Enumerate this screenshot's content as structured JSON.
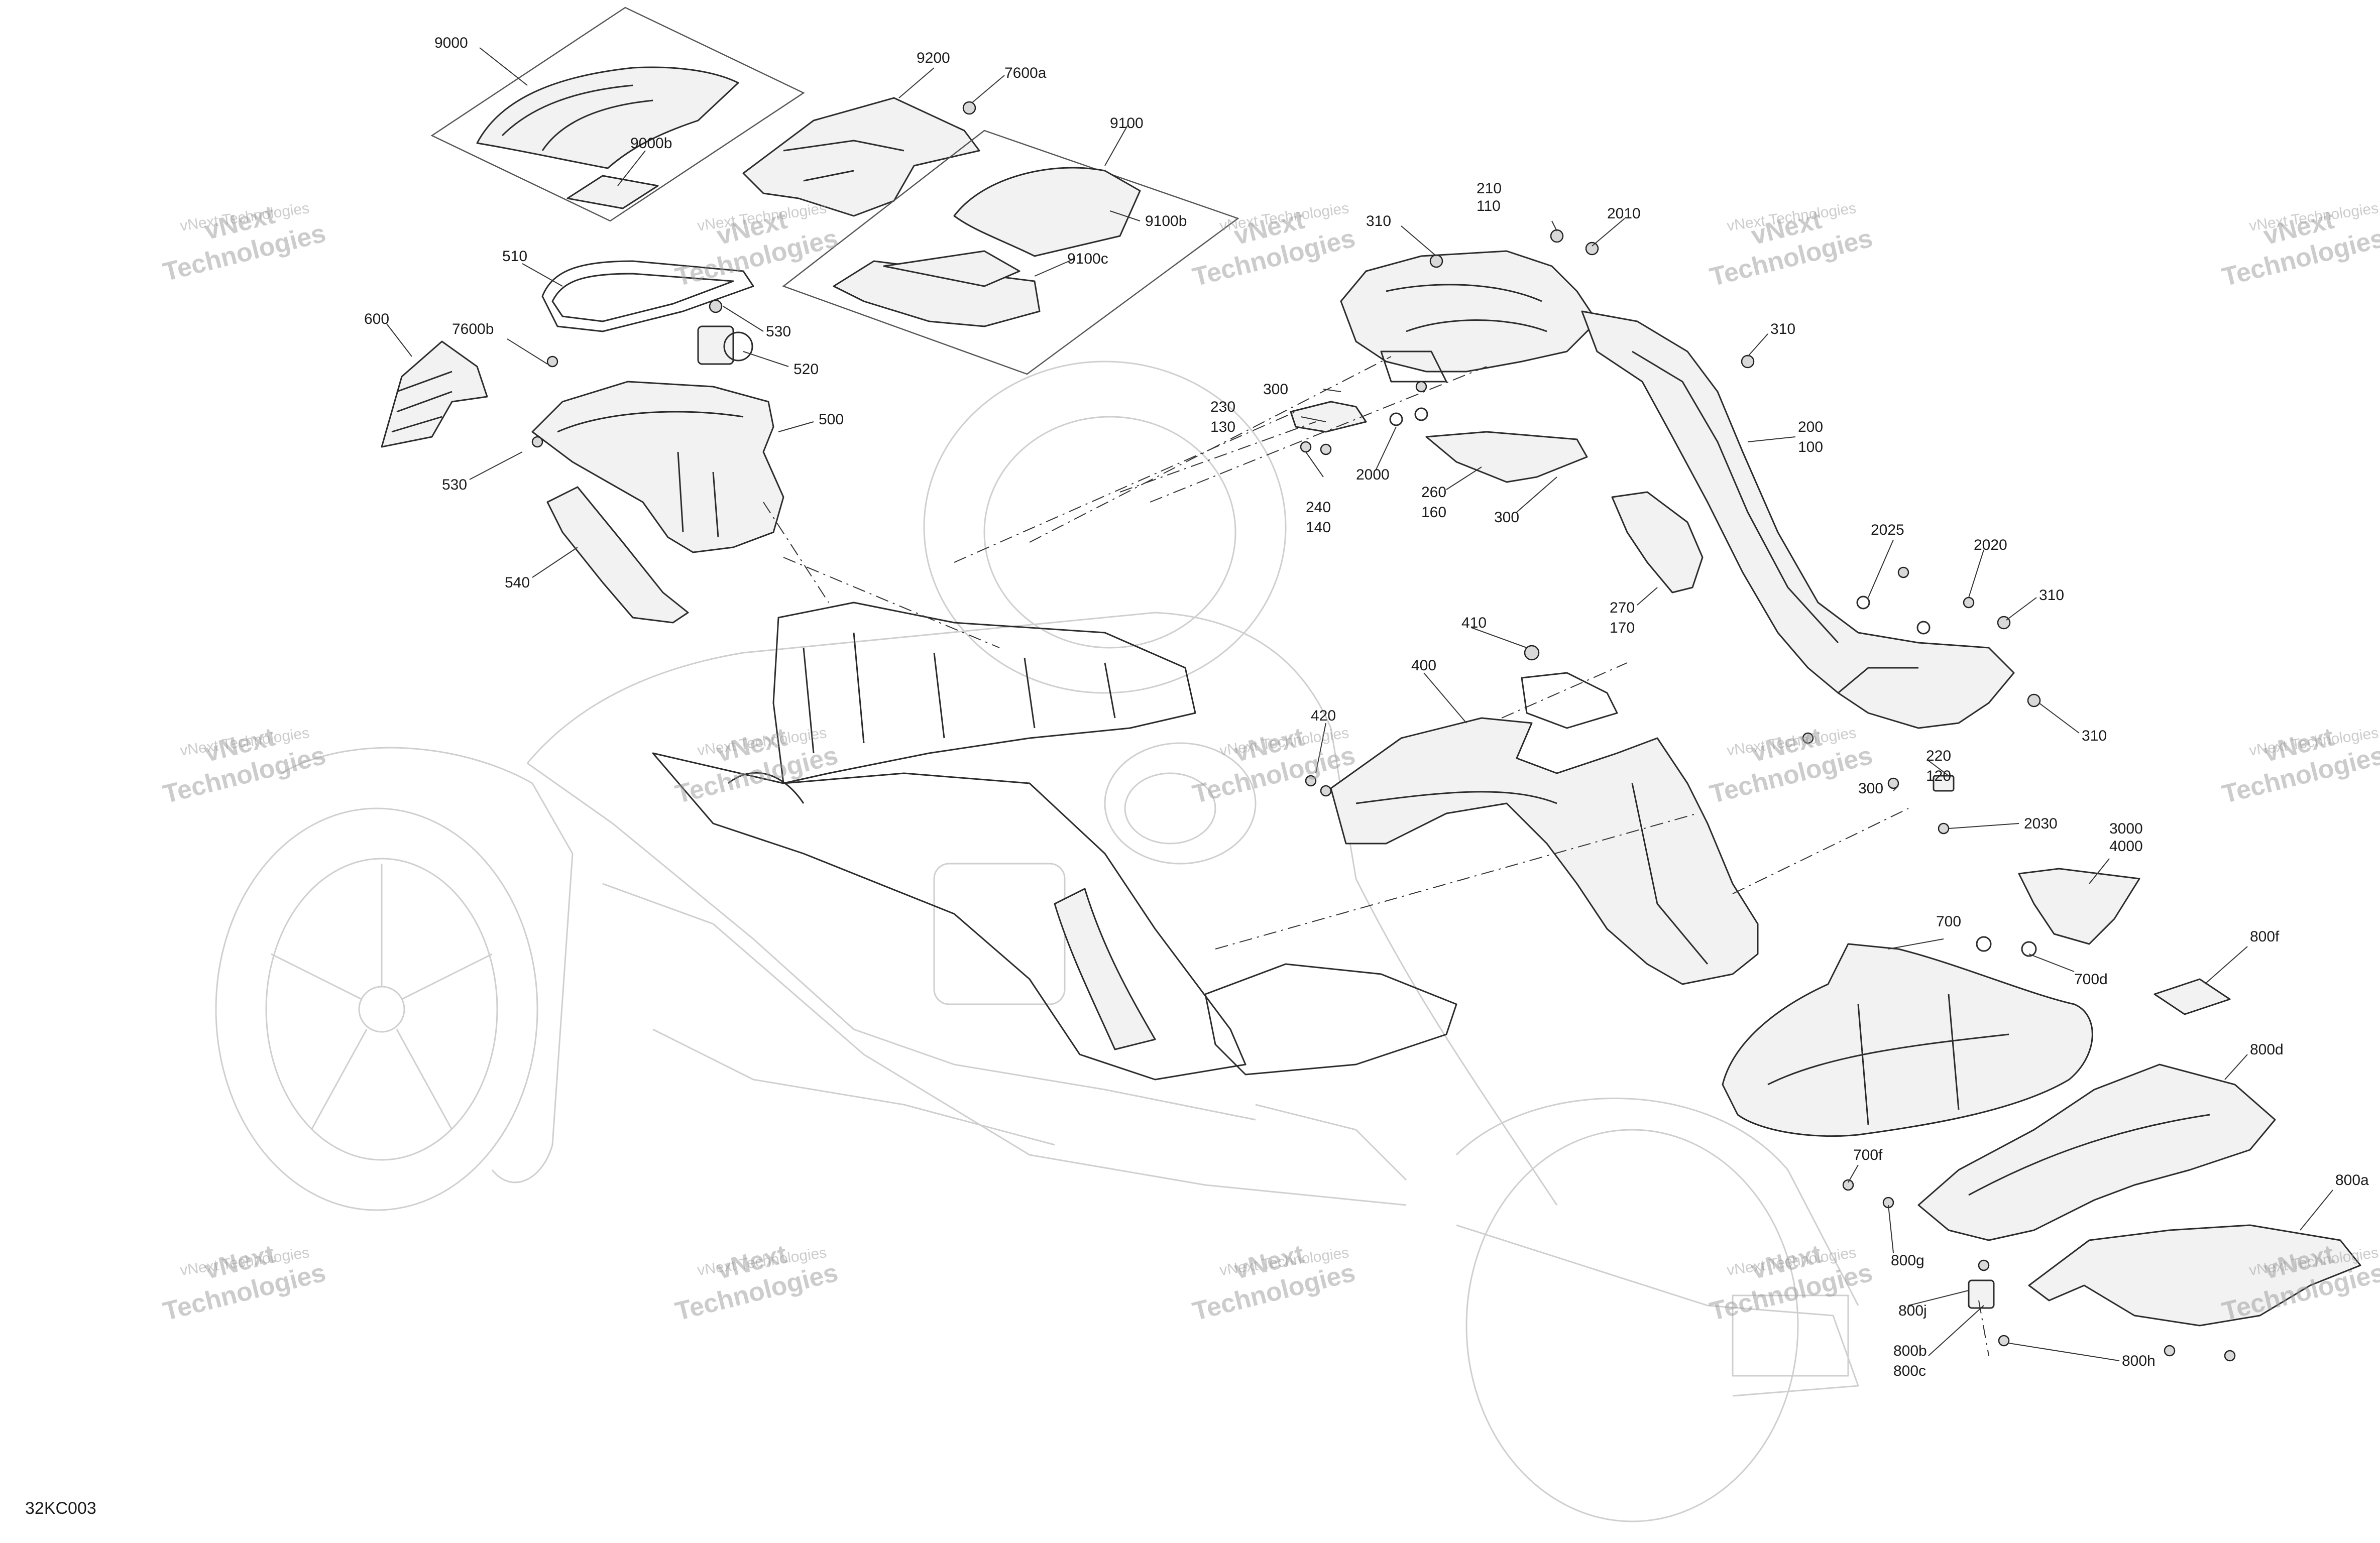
{
  "drawing_code": "32KC003",
  "watermark": {
    "line1": "vNext Technologies",
    "line2": "vNext",
    "line3": "Technologies"
  },
  "callouts": [
    {
      "id": "c-9000",
      "text": "9000"
    },
    {
      "id": "c-9000b",
      "text": "9000b"
    },
    {
      "id": "c-9200",
      "text": "9200"
    },
    {
      "id": "c-7600a",
      "text": "7600a"
    },
    {
      "id": "c-9100",
      "text": "9100"
    },
    {
      "id": "c-9100b",
      "text": "9100b"
    },
    {
      "id": "c-9100c",
      "text": "9100c"
    },
    {
      "id": "c-510",
      "text": "510"
    },
    {
      "id": "c-530a",
      "text": "530"
    },
    {
      "id": "c-520",
      "text": "520"
    },
    {
      "id": "c-600",
      "text": "600"
    },
    {
      "id": "c-7600b",
      "text": "7600b"
    },
    {
      "id": "c-500",
      "text": "500"
    },
    {
      "id": "c-530b",
      "text": "530"
    },
    {
      "id": "c-540",
      "text": "540"
    },
    {
      "id": "c-310a",
      "text": "310"
    },
    {
      "id": "c-210",
      "text": "210"
    },
    {
      "id": "c-110",
      "text": "110"
    },
    {
      "id": "c-2010",
      "text": "2010"
    },
    {
      "id": "c-310b",
      "text": "310"
    },
    {
      "id": "c-300a",
      "text": "300"
    },
    {
      "id": "c-230",
      "text": "230"
    },
    {
      "id": "c-130",
      "text": "130"
    },
    {
      "id": "c-240",
      "text": "240"
    },
    {
      "id": "c-140",
      "text": "140"
    },
    {
      "id": "c-2000",
      "text": "2000"
    },
    {
      "id": "c-260",
      "text": "260"
    },
    {
      "id": "c-160",
      "text": "160"
    },
    {
      "id": "c-300b",
      "text": "300"
    },
    {
      "id": "c-200",
      "text": "200"
    },
    {
      "id": "c-100",
      "text": "100"
    },
    {
      "id": "c-270",
      "text": "270"
    },
    {
      "id": "c-170",
      "text": "170"
    },
    {
      "id": "c-2025",
      "text": "2025"
    },
    {
      "id": "c-2020",
      "text": "2020"
    },
    {
      "id": "c-310c",
      "text": "310"
    },
    {
      "id": "c-310d",
      "text": "310"
    },
    {
      "id": "c-410",
      "text": "410"
    },
    {
      "id": "c-400",
      "text": "400"
    },
    {
      "id": "c-420",
      "text": "420"
    },
    {
      "id": "c-220",
      "text": "220"
    },
    {
      "id": "c-120",
      "text": "120"
    },
    {
      "id": "c-300c",
      "text": "300"
    },
    {
      "id": "c-2030",
      "text": "2030"
    },
    {
      "id": "c-3000",
      "text": "3000"
    },
    {
      "id": "c-4000",
      "text": "4000"
    },
    {
      "id": "c-700",
      "text": "700"
    },
    {
      "id": "c-700d",
      "text": "700d"
    },
    {
      "id": "c-800f",
      "text": "800f"
    },
    {
      "id": "c-800d",
      "text": "800d"
    },
    {
      "id": "c-700f",
      "text": "700f"
    },
    {
      "id": "c-800a",
      "text": "800a"
    },
    {
      "id": "c-800g",
      "text": "800g"
    },
    {
      "id": "c-800j",
      "text": "800j"
    },
    {
      "id": "c-800b",
      "text": "800b"
    },
    {
      "id": "c-800c",
      "text": "800c"
    },
    {
      "id": "c-800h",
      "text": "800h"
    }
  ]
}
